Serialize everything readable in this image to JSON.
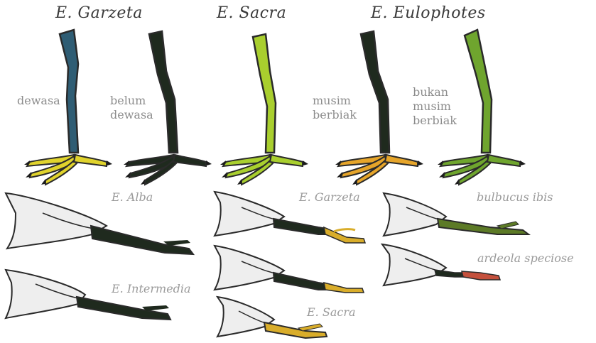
{
  "titles": {
    "garzeta": "E. Garzeta",
    "sacra": "E. Sacra",
    "eulophotes": "E. Eulophotes"
  },
  "leg_captions": {
    "dewasa": "dewasa",
    "belum_dewasa_1": "belum",
    "belum_dewasa_2": "dewasa",
    "musim_berbiak_1": "musim",
    "musim_berbiak_2": "berbiak",
    "bukan_musim_1": "bukan",
    "bukan_musim_2": "musim",
    "bukan_musim_3": "berbiak"
  },
  "species_labels": {
    "alba": "E. Alba",
    "intermedia": "E. Intermedia",
    "garzeta": "E. Garzeta",
    "sacra": "E. Sacra",
    "bulbucus": "bulbucus ibis",
    "ardeola": "ardeola speciose"
  },
  "colors": {
    "blue_leg": "#2f5d74",
    "dark_leg": "#1f2a1e",
    "lime_leg": "#a9cf2e",
    "green_leg": "#6fa52e",
    "yellow_foot": "#e0d32c",
    "orange_foot": "#e6a52a",
    "olive_bill": "#5c7a26",
    "red_bill": "#c4503c",
    "yellow_bill": "#d9ad2a",
    "head": "#eeeeee",
    "outline": "#2a2a2a"
  }
}
